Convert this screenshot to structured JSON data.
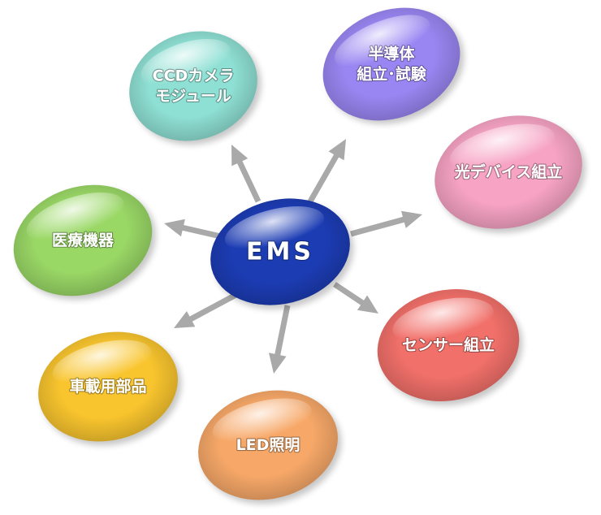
{
  "center": {
    "label": "EMS",
    "color": "#1c3cb4"
  },
  "nodes": [
    {
      "id": "ccd",
      "lines": [
        "CCDカメラ",
        "モジュール"
      ],
      "color": "#8fe0d4"
    },
    {
      "id": "semi",
      "lines": [
        "半導体",
        "組立･試験"
      ],
      "color": "#9a86f2"
    },
    {
      "id": "optical",
      "lines": [
        "光デバイス組立"
      ],
      "color": "#f7a3c4"
    },
    {
      "id": "sensor",
      "lines": [
        "センサー組立"
      ],
      "color": "#f2706a"
    },
    {
      "id": "led",
      "lines": [
        "LED照明"
      ],
      "color": "#f7a868"
    },
    {
      "id": "auto",
      "lines": [
        "車載用部品"
      ],
      "color": "#f9c52e"
    },
    {
      "id": "medical",
      "lines": [
        "医療機器"
      ],
      "color": "#9ad866"
    }
  ],
  "arrow_color": "#a9a9a9"
}
